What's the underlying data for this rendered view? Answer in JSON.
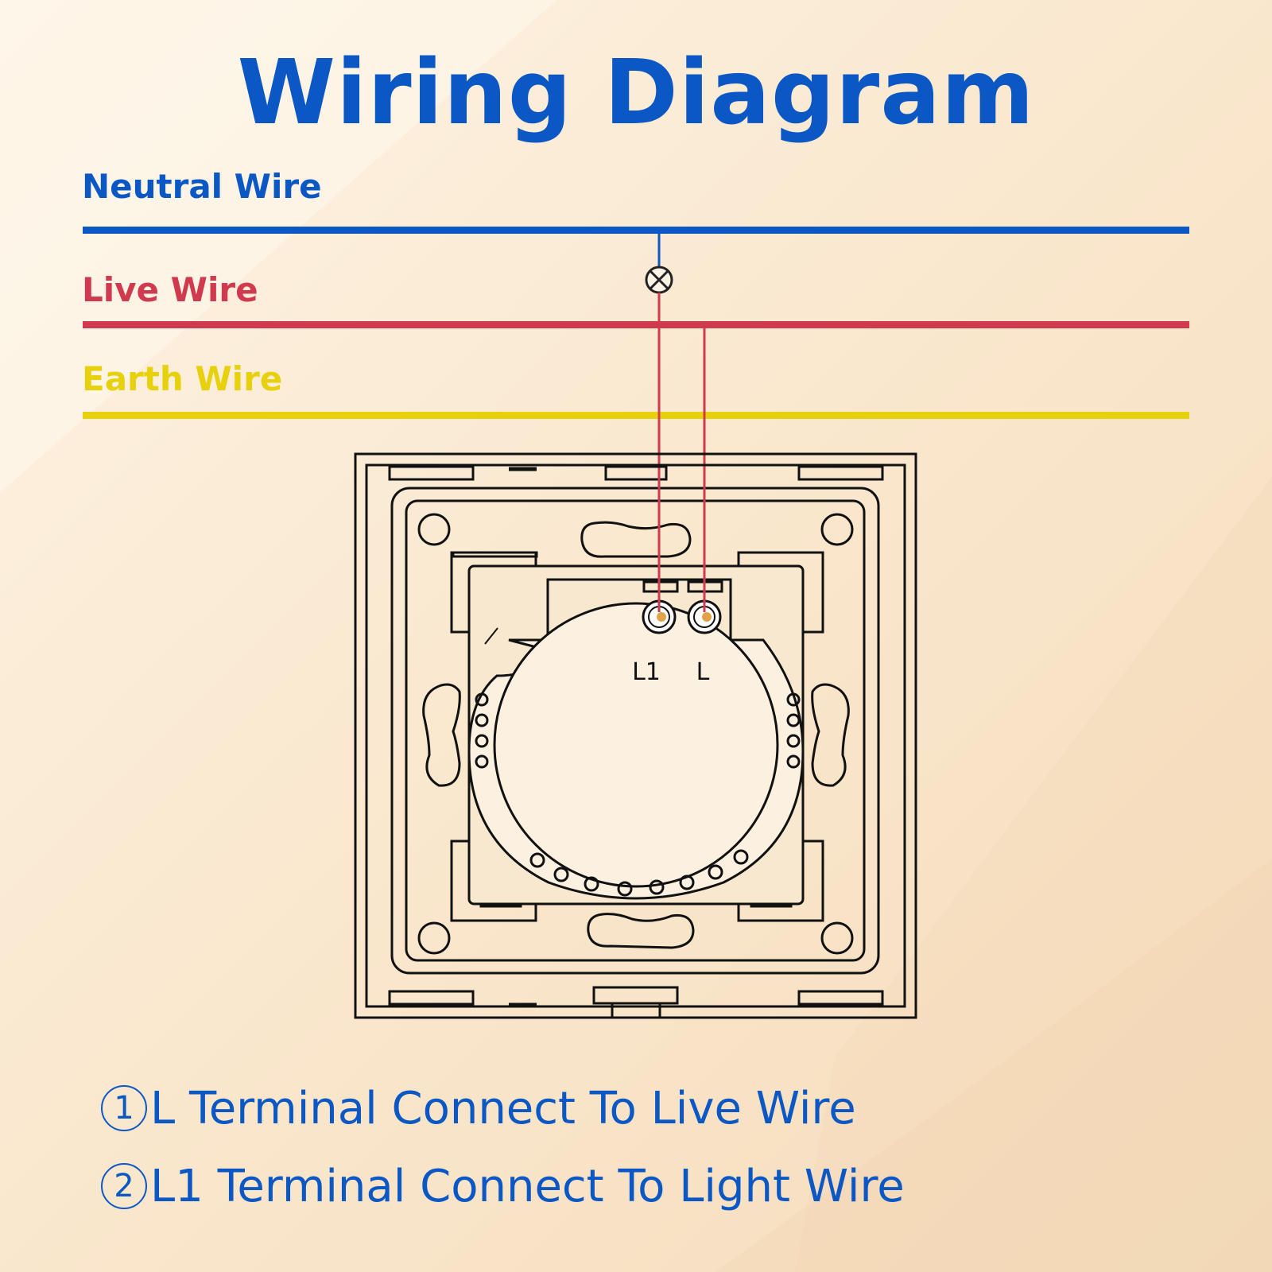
{
  "title": "Wiring Diagram",
  "wires": {
    "neutral": {
      "label": "Neutral Wire",
      "color": "#0b57c4"
    },
    "live": {
      "label": "Live Wire",
      "color": "#d13a4e"
    },
    "earth": {
      "label": "Earth Wire",
      "color": "#e6d10c"
    }
  },
  "terminals": {
    "l1": "L1",
    "l": "L"
  },
  "instructions": [
    {
      "number": "1",
      "text": "L Terminal Connect To Live Wire"
    },
    {
      "number": "2",
      "text": "L1 Terminal Connect To Light Wire"
    }
  ],
  "icons": [
    "lamp-icon"
  ]
}
